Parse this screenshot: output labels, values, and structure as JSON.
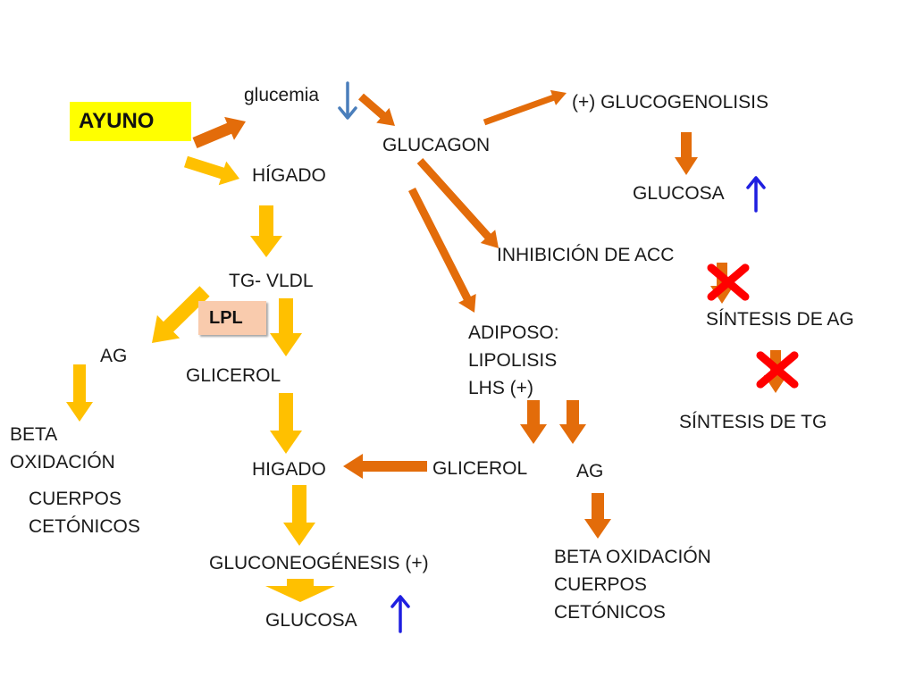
{
  "colors": {
    "box_ayuno": "#ffff00",
    "box_lpl": "#f9cbad",
    "arrow_orange": "#e36c0a",
    "arrow_yellow": "#ffc000",
    "arrow_blue_up": "#1f1fe0",
    "arrow_blue_down": "#4a7ebb",
    "cross_red": "#ff0000"
  },
  "nodes": {
    "ayuno": "AYUNO",
    "glucemia": "glucemia",
    "glucagon": "GLUCAGON",
    "glucogenolisis": "(+) GLUCOGENOLISIS",
    "glucosa_top": "GLUCOSA",
    "higado_top": "HÍGADO",
    "inhibicion_acc": "INHIBICIÓN DE ACC",
    "sintesis_ag": "SÍNTESIS DE AG",
    "sintesis_tg": "SÍNTESIS DE TG",
    "tg_vldl": "TG- VLDL",
    "lpl": "LPL",
    "ag_left": "AG",
    "glicerol_left": "GLICEROL",
    "beta_left": [
      "BETA",
      "OXIDACIÓN"
    ],
    "cuerpos_left": [
      "CUERPOS",
      "CETÓNICOS"
    ],
    "adiposo": [
      "ADIPOSO:",
      "LIPOLISIS",
      "LHS (+)"
    ],
    "higado_bottom": "HIGADO",
    "glicerol_right": "GLICEROL",
    "ag_right": "AG",
    "gluconeogenesis": "GLUCONEOGÉNESIS (+)",
    "glucosa_bottom": "GLUCOSA",
    "beta_right": [
      "BETA OXIDACIÓN",
      "CUERPOS",
      "CETÓNICOS"
    ]
  }
}
